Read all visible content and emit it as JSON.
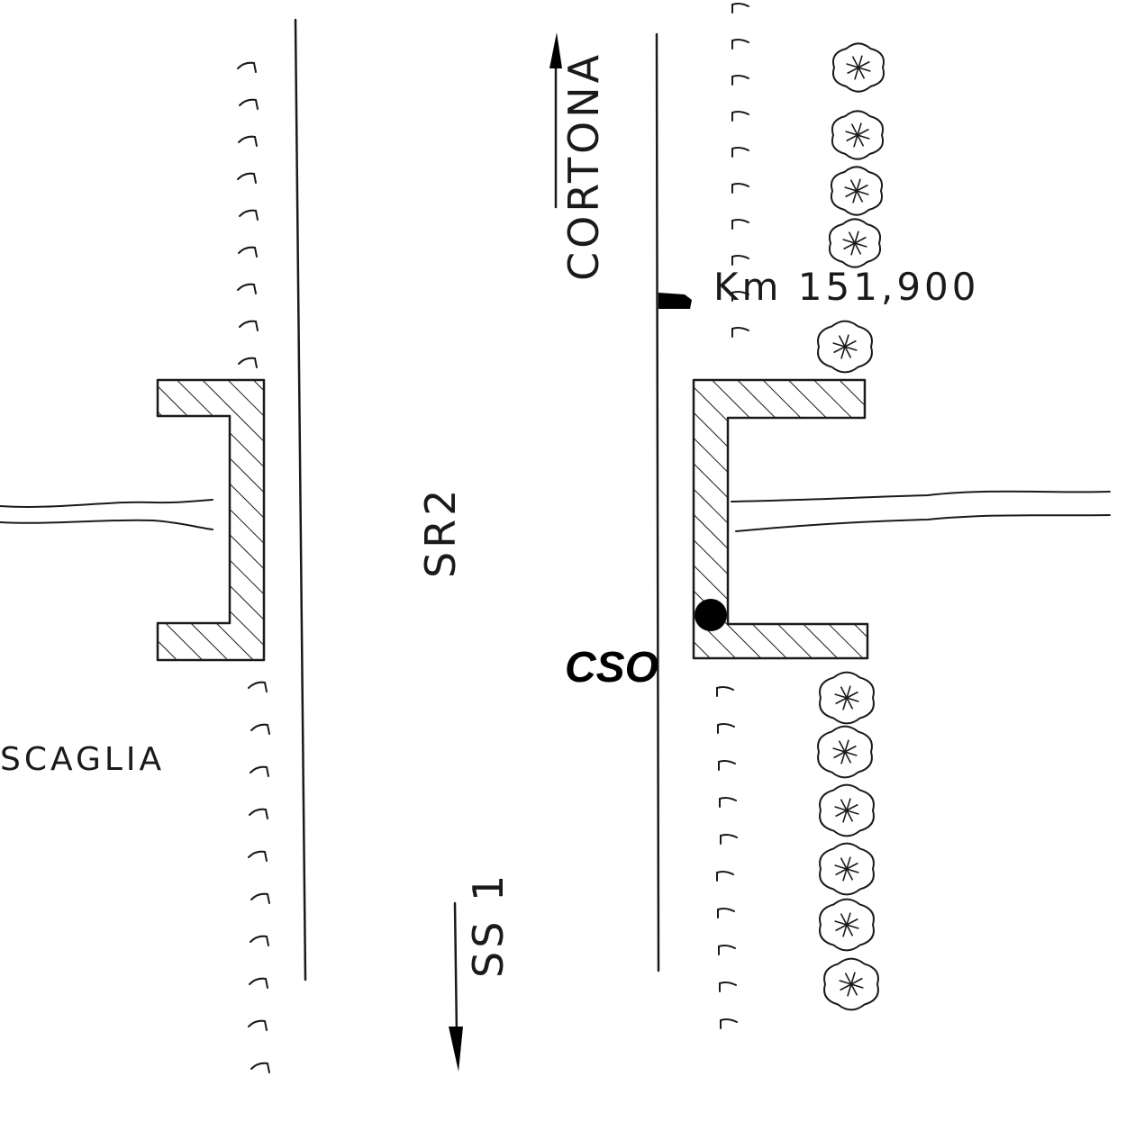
{
  "labels": {
    "direction_north": "CORTONA",
    "road_name": "SR2",
    "direction_south": "SS 1",
    "km_marker": "Km 151,900",
    "left_locality": "SCAGLIA",
    "site_code": "CSO"
  },
  "icons": {
    "tree": "tree-icon",
    "marker_dot": "location-dot-icon",
    "km_post": "milestone-icon"
  },
  "colors": {
    "ink": "#1a1a1a",
    "paper": "#ffffff"
  }
}
